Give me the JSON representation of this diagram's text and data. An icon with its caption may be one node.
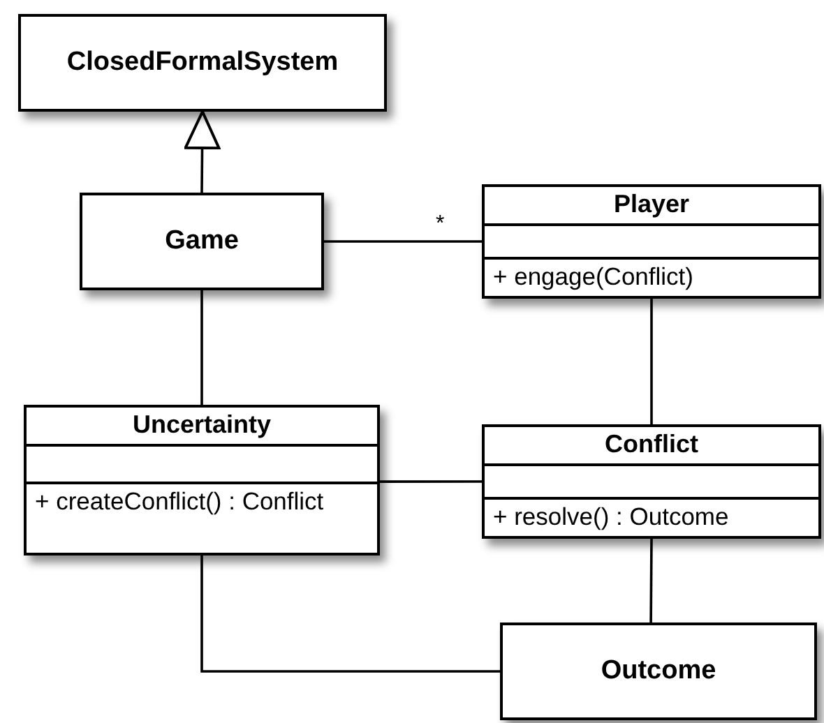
{
  "diagram": {
    "nodes": [
      {
        "text": [
          "ClosedFormalSystem"
        ]
      },
      {
        "text": [
          "Game"
        ]
      },
      {
        "text": [
          "Player",
          "+ engage(Conflict)"
        ]
      },
      {
        "text": [
          "Uncertainty",
          "+ createConflict() : Conflict"
        ]
      },
      {
        "text": [
          "Conflict",
          "+ resolve() : Outcome"
        ]
      },
      {
        "text": [
          "Outcome"
        ]
      }
    ],
    "edges": [
      {
        "from": 1,
        "to": 0,
        "arrow": "to"
      },
      {
        "from": 1,
        "to": 2,
        "arrow": "none",
        "label": "*"
      },
      {
        "from": 1,
        "to": 3,
        "arrow": "none"
      },
      {
        "from": 2,
        "to": 4,
        "arrow": "none"
      },
      {
        "from": 3,
        "to": 4,
        "arrow": "none"
      },
      {
        "from": 4,
        "to": 5,
        "arrow": "none"
      },
      {
        "from": 3,
        "to": 5,
        "arrow": "none"
      }
    ]
  }
}
